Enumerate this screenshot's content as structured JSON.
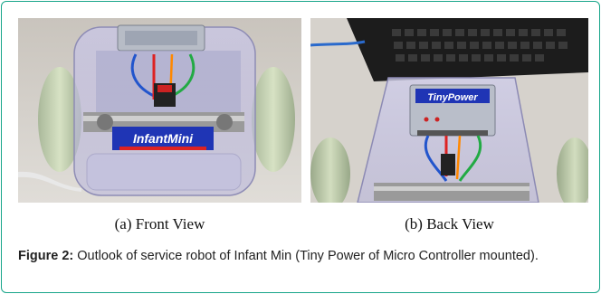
{
  "figure": {
    "panels": [
      {
        "subcaption": "(a) Front View",
        "robot_label": "InfantMini"
      },
      {
        "subcaption": "(b) Back View",
        "board_label": "TinyPower"
      }
    ],
    "caption_label": "Figure 2:",
    "caption_text": "Outlook of service robot of Infant Min (Tiny Power of Micro Controller mounted)."
  }
}
